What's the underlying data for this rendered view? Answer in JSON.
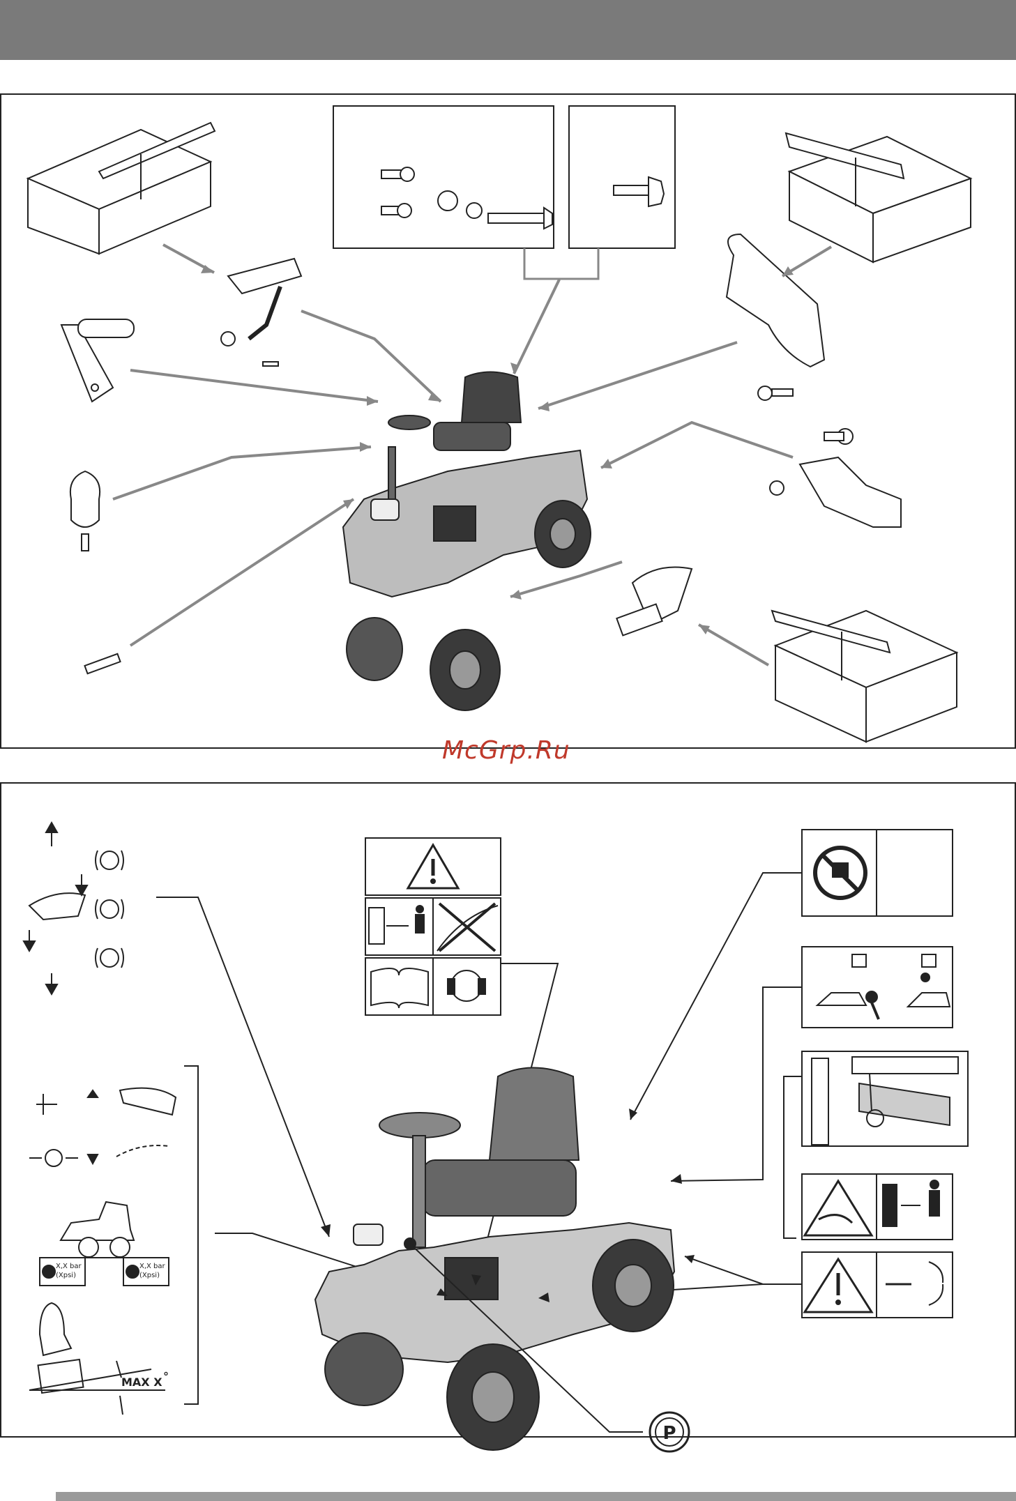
{
  "watermark": "McGrp.Ru",
  "decals": {
    "tilt_label": "MAX X",
    "tilt_degree": "°",
    "pressure_label_1": "X,X bar",
    "pressure_unit_1": "(Xpsi)",
    "pressure_label_2": "X,X bar",
    "pressure_unit_2": "(Xpsi)",
    "parking_symbol": "P"
  },
  "icons": [
    "box-icon",
    "seat-armrest-icon",
    "lever-icon",
    "key-icon",
    "pin-icon",
    "screw-icon",
    "bolt-icon",
    "bracket-icon",
    "hitch-icon",
    "mower-tractor-icon",
    "warning-icon",
    "distance-person-icon",
    "no-slope-icon",
    "manual-icon",
    "ear-protection-icon",
    "no-load-icon",
    "tipping-icon",
    "hand-cut-icon",
    "rotate-blade-icon",
    "parking-brake-icon"
  ]
}
